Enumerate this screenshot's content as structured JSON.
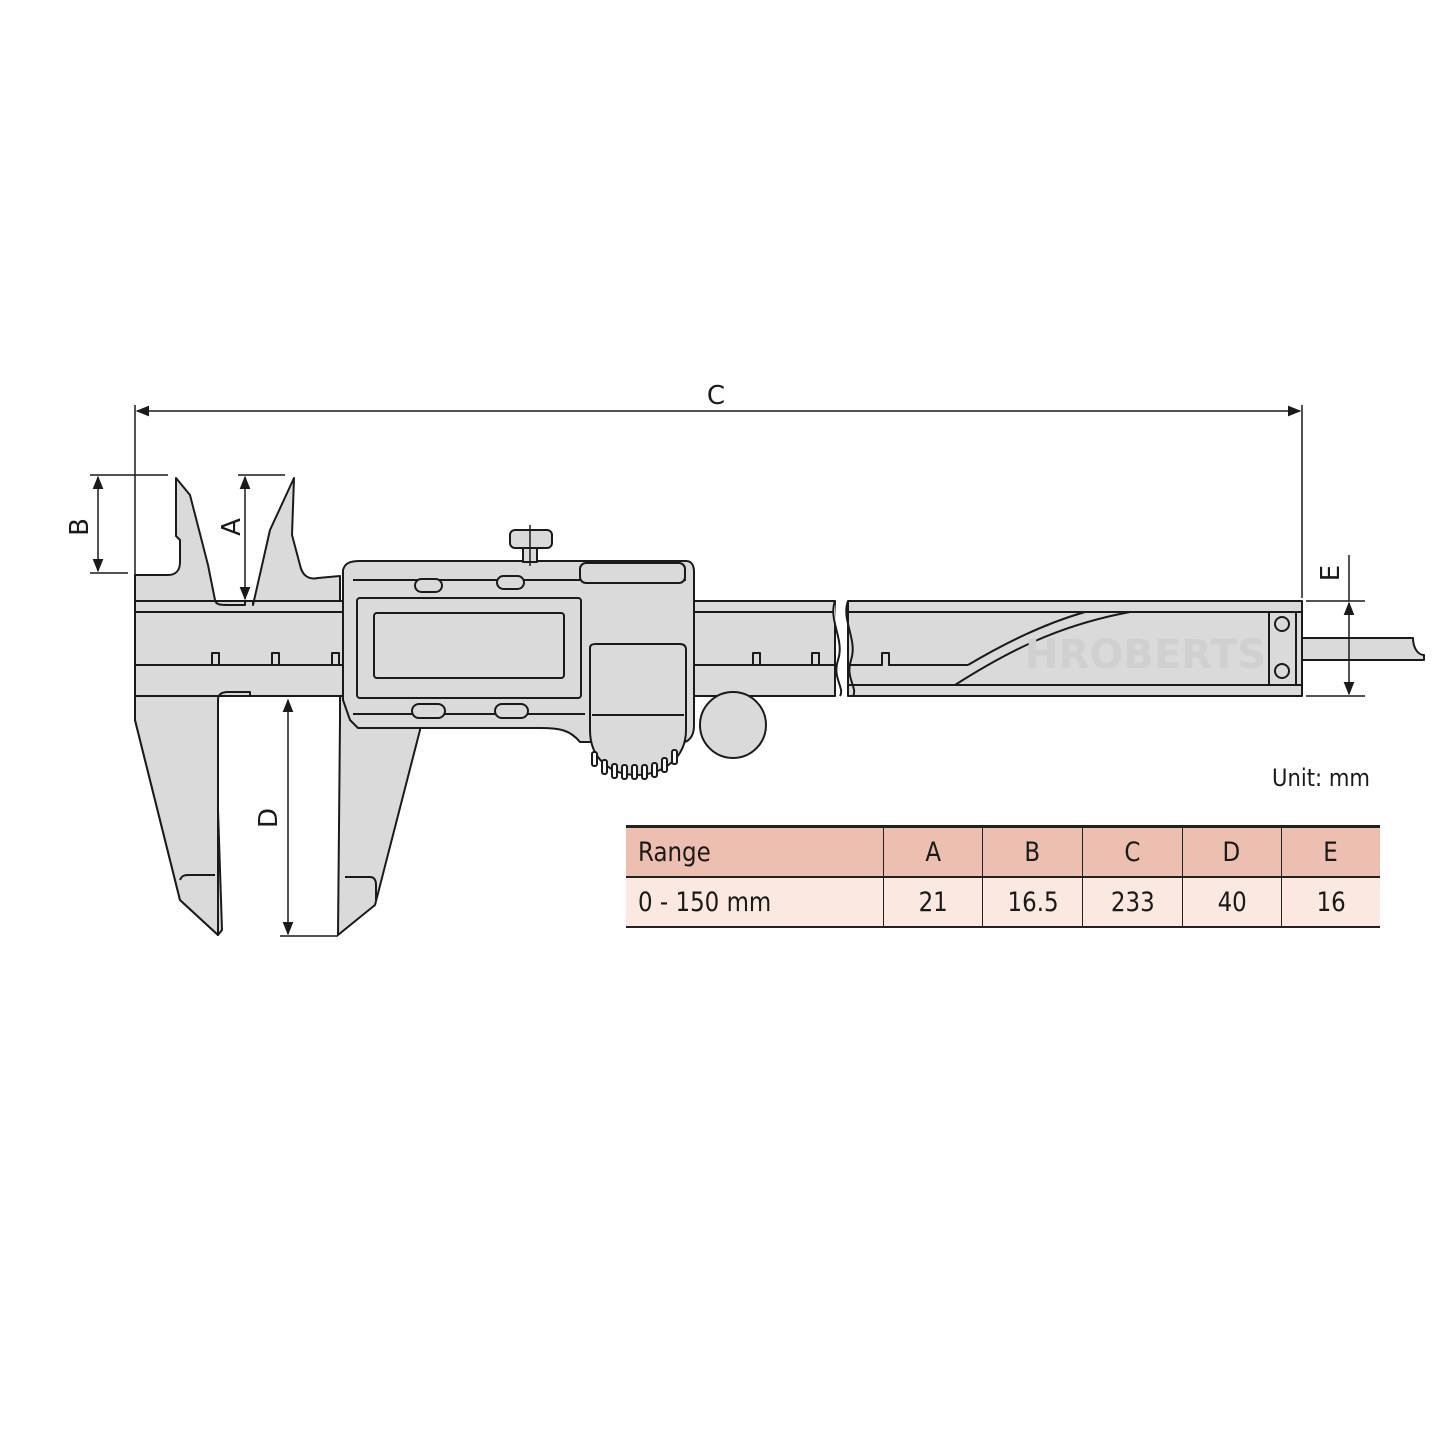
{
  "diagram": {
    "subject": "Digital caliper dimensional drawing",
    "dimension_labels": {
      "A": "A",
      "B": "B",
      "C": "C",
      "D": "D",
      "E": "E"
    },
    "watermark": "HROBERTS",
    "colors": {
      "body_fill": "#dadada",
      "outline": "#1a1a1a",
      "table_header_bg": "#ecbfb0",
      "table_row_bg": "#fbe8e0"
    }
  },
  "unit_label": "Unit: mm",
  "spec_table": {
    "headers": [
      "Range",
      "A",
      "B",
      "C",
      "D",
      "E"
    ],
    "rows": [
      [
        "0 - 150 mm",
        "21",
        "16.5",
        "233",
        "40",
        "16"
      ]
    ]
  }
}
